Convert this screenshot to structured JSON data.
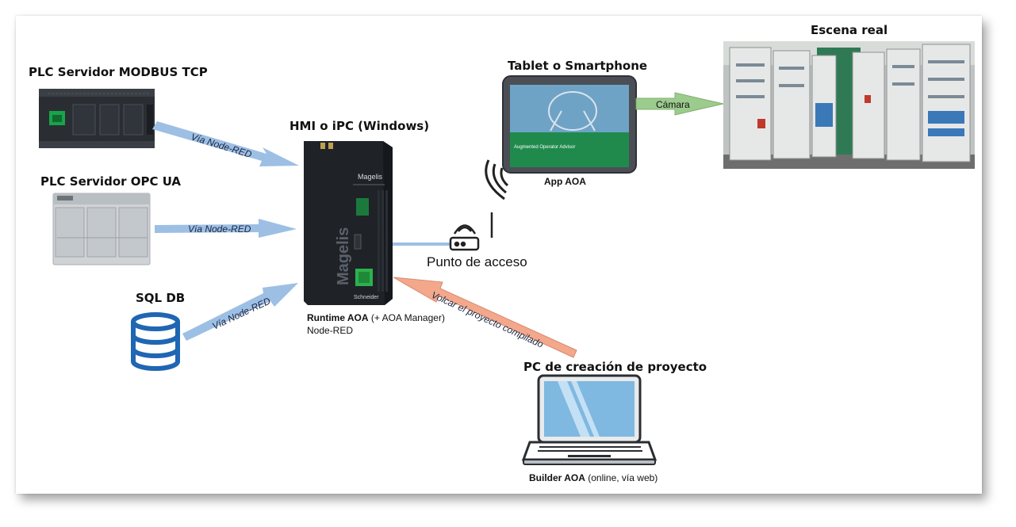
{
  "nodes": {
    "plc_modbus": {
      "title": "PLC Servidor MODBUS TCP"
    },
    "plc_opc": {
      "title": "PLC Servidor OPC UA"
    },
    "sql": {
      "title": "SQL DB"
    },
    "hmi": {
      "title": "HMI o iPC (Windows)",
      "brand": "Magelis",
      "vertical_brand": "Magelis",
      "maker": "Schneider",
      "runtime_bold": "Runtime AOA",
      "runtime_rest": " (+ AOA Manager)",
      "runtime_line2": "Node-RED"
    },
    "tablet": {
      "title": "Tablet o Smartphone",
      "caption": "App AOA",
      "screen_text": "Augmented Operator Advisor"
    },
    "scene": {
      "title": "Escena real"
    },
    "access_point": {
      "label": "Punto de acceso"
    },
    "pc": {
      "title": "PC de creación de proyecto",
      "caption_bold": "Builder AOA",
      "caption_rest": " (online, vía web)"
    }
  },
  "edges": {
    "modbus": "Vía Node-RED",
    "opc": "Vía Node-RED",
    "sql": "Vía Node-RED",
    "camera": "Cámara",
    "deploy": "Volcar el proyecto compilado"
  },
  "colors": {
    "blue_arrow": "#9dbfe4",
    "green_arrow": "#9ccb8e",
    "orange_arrow": "#f3a88c",
    "db_blue": "#1f66b3",
    "device_dark": "#23272e"
  }
}
